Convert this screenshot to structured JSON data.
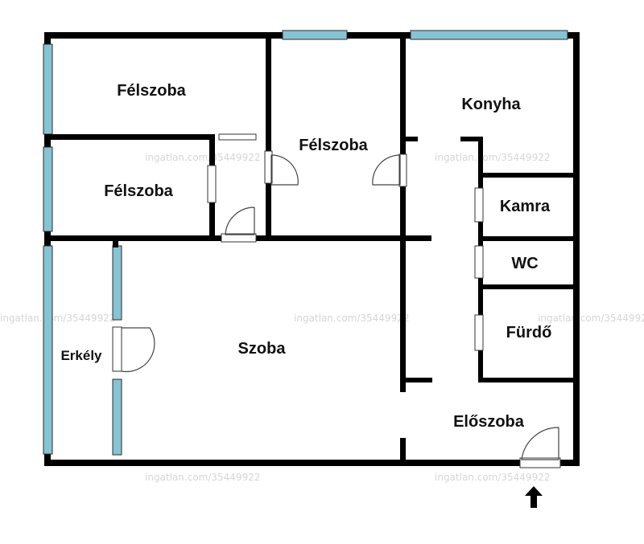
{
  "colors": {
    "wall": "#000000",
    "window": "#87c3d3",
    "door": "#555555",
    "background": "#ffffff",
    "watermark": "#d6d6d6"
  },
  "rooms": {
    "felszoba_top_left": "Félszoba",
    "felszoba_mid_left": "Félszoba",
    "felszoba_center": "Félszoba",
    "konyha": "Konyha",
    "kamra": "Kamra",
    "wc": "WC",
    "furdo": "Fürdő",
    "szoba": "Szoba",
    "erkely": "Erkély",
    "eloszoba": "Előszoba"
  },
  "watermark": "ingatlan.com/35449922",
  "entrance": "entrance-arrow-icon"
}
